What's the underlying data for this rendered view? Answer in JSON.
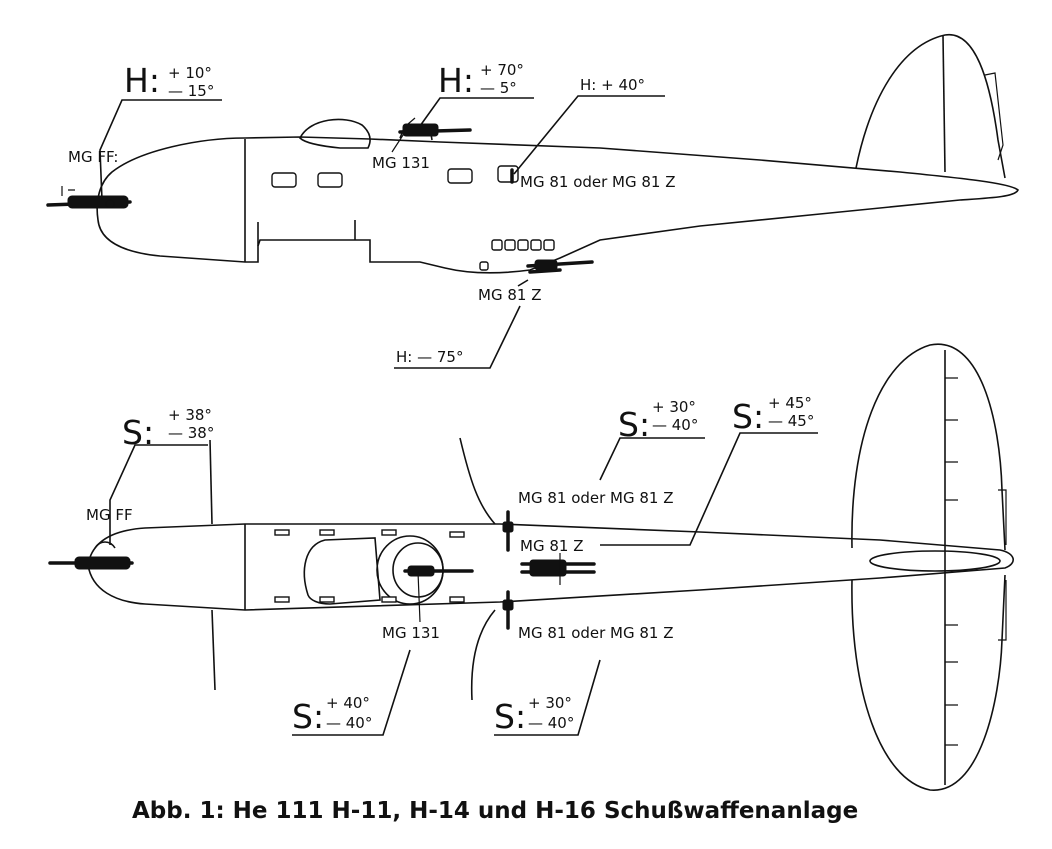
{
  "caption": "Abb. 1: He 111 H-11, H-14 und H-16 Schußwaffenanlage",
  "side_view": {
    "nose": {
      "letter": "H:",
      "up": "+ 10°",
      "down": "— 15°",
      "weapon": "MG FF:"
    },
    "dorsal": {
      "letter": "H:",
      "up": "+ 70°",
      "down": "—  5°",
      "weapon": "MG 131"
    },
    "waist": {
      "value": "H: + 40°",
      "weapon": "MG 81  oder  MG 81 Z"
    },
    "ventral": {
      "value": "H: — 75°",
      "weapon": "MG 81 Z"
    }
  },
  "top_view": {
    "nose": {
      "letter": "S:",
      "left": "+ 38°",
      "right": "— 38°",
      "weapon": "MG FF"
    },
    "waist_left": {
      "letter": "S:",
      "left": "+ 30°",
      "right": "— 40°",
      "weapon": "MG 81  oder  MG 81 Z"
    },
    "ventral": {
      "letter": "S:",
      "left": "+ 45°",
      "right": "— 45°",
      "weapon": "MG 81 Z"
    },
    "dorsal": {
      "letter": "S:",
      "left": "+ 40°",
      "right": "— 40°",
      "weapon": "MG 131"
    },
    "waist_right": {
      "letter": "S:",
      "left": "+ 30°",
      "right": "— 40°",
      "weapon": "MG 81  oder  MG 81 Z"
    }
  }
}
